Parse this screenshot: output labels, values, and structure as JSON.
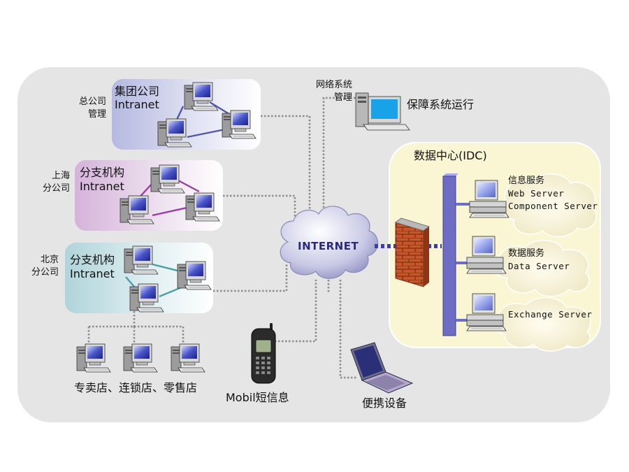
{
  "hq": {
    "side_label_1": "总公司",
    "side_label_2": "管理",
    "title_1": "集团公司",
    "title_2": "Intranet"
  },
  "shanghai": {
    "side_label_1": "上海",
    "side_label_2": "分公司",
    "title_1": "分支机构",
    "title_2": "Intranet"
  },
  "beijing": {
    "side_label_1": "北京",
    "side_label_2": "分公司",
    "title_1": "分支机构",
    "title_2": "Intranet"
  },
  "stores": {
    "label": "专卖店、连锁店、零售店"
  },
  "mobile": {
    "label": "Mobil短信息"
  },
  "laptop": {
    "label": "便携设备"
  },
  "network_mgmt": {
    "label_1": "网络系统",
    "label_2": "管理",
    "caption": "保障系统运行"
  },
  "internet": {
    "label": "INTERNET"
  },
  "idc": {
    "title": "数据中心(IDC)",
    "servers": [
      {
        "line_1": "信息服务",
        "line_2": "Web Server",
        "line_3": "Component Server"
      },
      {
        "line_1": "数据服务",
        "line_2": "Data Server"
      },
      {
        "line_1": "Exchange Server"
      }
    ]
  },
  "colors": {
    "background_panel": "#e6e6e6",
    "hq_panel": "#b9bde3",
    "shanghai_panel": "#d7b7dc",
    "beijing_panel": "#b4d6dd",
    "idc_panel": "#fbf6d6",
    "hq_links": "#5257a8",
    "shanghai_links": "#9a3da4",
    "beijing_links": "#4a9ea8",
    "connectors": "#8d8d8d",
    "bus": "#6f6fc4"
  }
}
